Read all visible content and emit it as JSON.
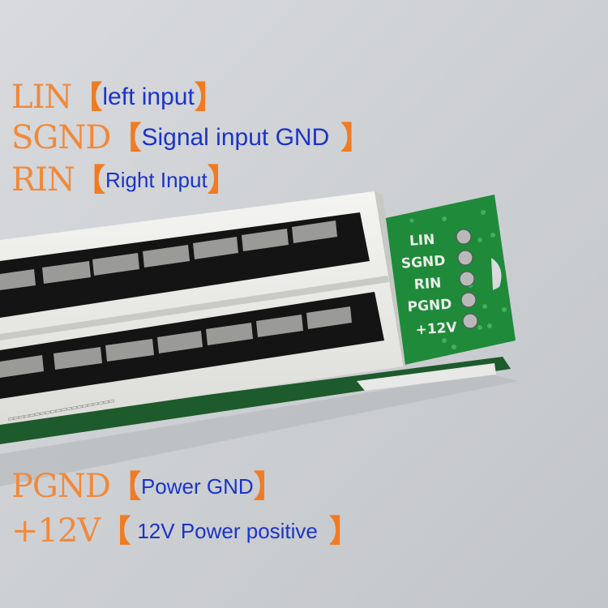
{
  "bracket_open": "【",
  "bracket_close": "】",
  "labels": [
    {
      "code": "LIN",
      "desc": "left input"
    },
    {
      "code": "SGND",
      "desc": "Signal input GND"
    },
    {
      "code": "RIN",
      "desc": "Right Input"
    },
    {
      "code": "PGND",
      "desc": "Power GND"
    },
    {
      "code": "+12V",
      "desc": "12V Power positive"
    }
  ],
  "pcb_pins": [
    "LIN",
    "SGND",
    "RIN",
    "PGND",
    "+12V"
  ],
  "colors": {
    "label_code": "#ef8a3c",
    "bracket": "#f07b22",
    "label_desc": "#1a34c8",
    "pcb": "#1f8a3a",
    "background": "#cfd1d4"
  }
}
